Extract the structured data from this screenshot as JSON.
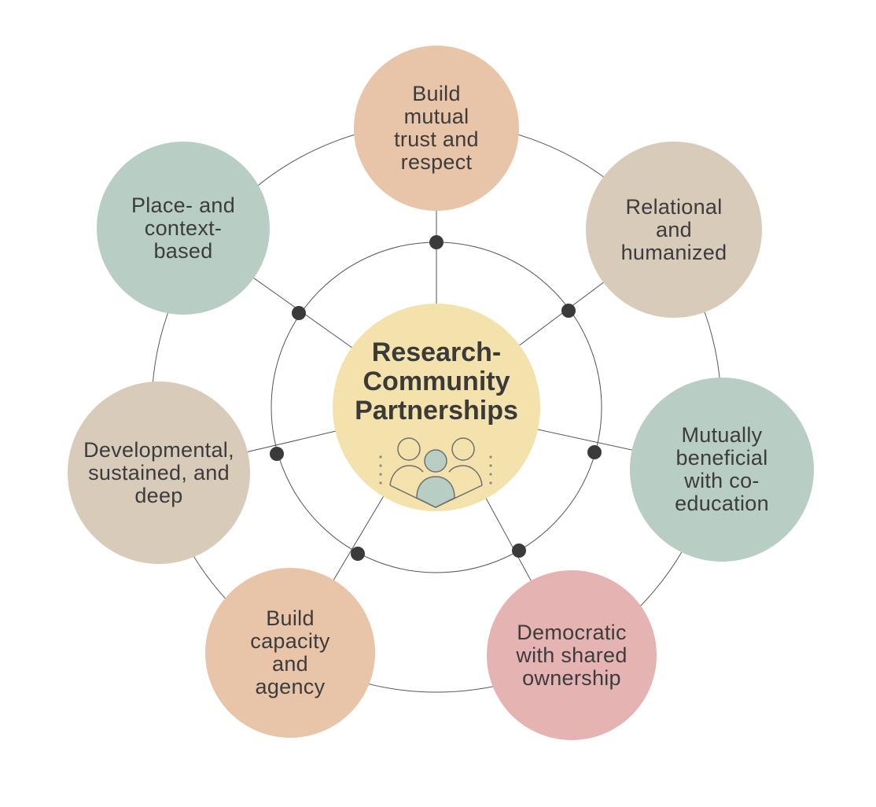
{
  "center": {
    "title": "Research-\nCommunity\nPartnerships",
    "color": "#F3E2AC",
    "icon": "people-group-icon"
  },
  "principles": [
    {
      "label": "Build\nmutual\ntrust and\nrespect",
      "color": "#E8C4A8"
    },
    {
      "label": "Relational\nand\nhumanized",
      "color": "#D9CBBA"
    },
    {
      "label": "Mutually\nbeneficial\nwith co-\neducation",
      "color": "#B8CDC4"
    },
    {
      "label": "Democratic\nwith shared\nownership",
      "color": "#E5B3B2"
    },
    {
      "label": "Build\ncapacity\nand\nagency",
      "color": "#E8C4A8"
    },
    {
      "label": "Developmental,\nsustained, and\ndeep",
      "color": "#D9CBBA"
    },
    {
      "label": "Place- and\ncontext-\nbased",
      "color": "#B8CDC4"
    }
  ]
}
